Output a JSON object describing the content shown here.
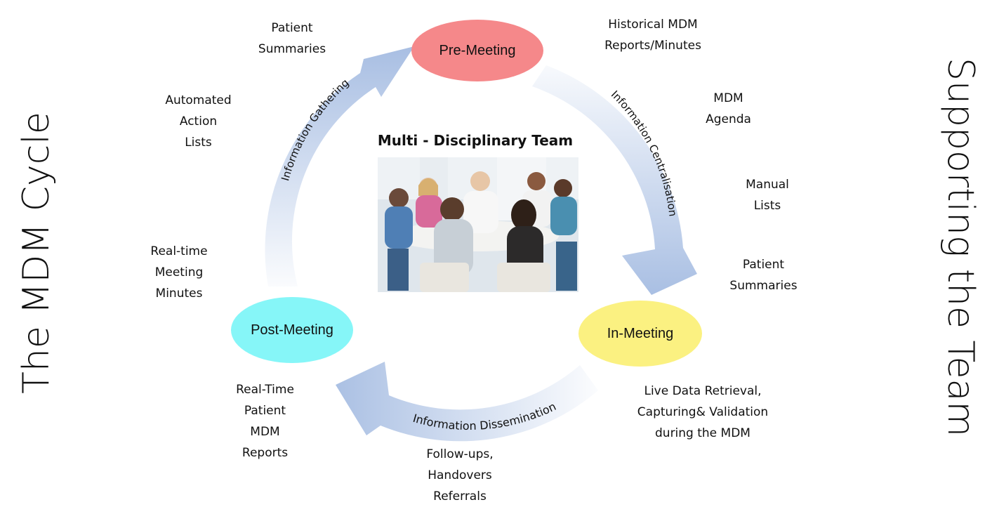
{
  "left_title": "The MDM Cycle",
  "right_title": "Supporting the Team",
  "center_title": "Multi - Disciplinary Team",
  "phases": {
    "pre": "Pre-Meeting",
    "in": "In-Meeting",
    "post": "Post-Meeting"
  },
  "arrows": {
    "gathering": "Information Gathering",
    "centralisation": "Information Centralisation",
    "dissemination": "Information Dissemination"
  },
  "notes": {
    "patient_summaries_top": "Patient\nSummaries",
    "automated_action_lists": "Automated\nAction\nLists",
    "realtime_minutes": "Real-time\nMeeting\nMinutes",
    "historical_reports": "Historical MDM\nReports/Minutes",
    "mdm_agenda": "MDM\nAgenda",
    "manual_lists": "Manual\nLists",
    "patient_summaries_right": "Patient\nSummaries",
    "live_data": "Live Data Retrieval,\nCapturing& Validation\nduring the MDM",
    "followups": "Follow-ups,\nHandovers\nReferrals",
    "realtime_reports": "Real-Time\nPatient\nMDM\nReports"
  },
  "colors": {
    "pre_meeting": "#f5888a",
    "in_meeting": "#fbf181",
    "post_meeting": "#86f6f8",
    "arrow": "#a9bfe3"
  },
  "photo": "team-meeting-photo"
}
